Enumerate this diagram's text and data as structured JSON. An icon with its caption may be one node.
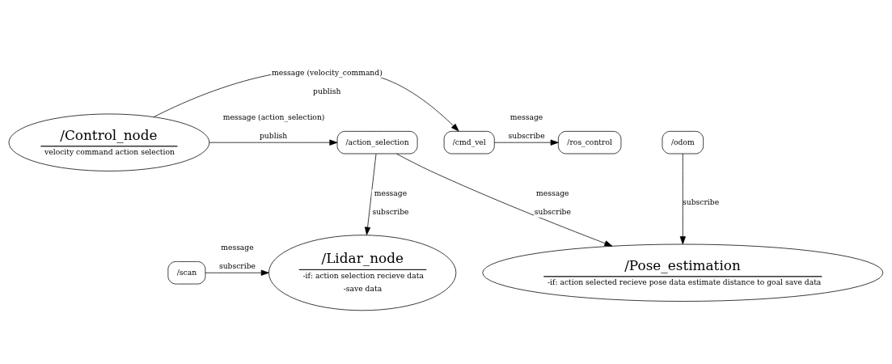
{
  "diagram": {
    "nodes": [
      {
        "text": [
          "/Control_node",
          "velocity command action selection"
        ]
      },
      {
        "text": [
          "/cmd_vel"
        ]
      },
      {
        "text": [
          "/ros_control"
        ]
      },
      {
        "text": [
          "/action_selection"
        ]
      },
      {
        "text": [
          "/odom"
        ]
      },
      {
        "text": [
          "/Lidar_node",
          "-if: action selection recieve data",
          "-save data"
        ]
      },
      {
        "text": [
          "/Pose_estimation",
          "-if: action selected recieve pose data estimate distance to goal save data"
        ]
      },
      {
        "text": [
          "/scan"
        ]
      }
    ],
    "edges": [
      {
        "from": 0,
        "to": 1,
        "arrow": "to",
        "label": "message (velocity_command)"
      },
      {
        "from": 1,
        "to": 2,
        "arrow": "to",
        "label": "message"
      },
      {
        "from": 0,
        "to": 3,
        "arrow": "to",
        "label": "message (action_selection)"
      },
      {
        "from": 3,
        "to": 5,
        "arrow": "to",
        "label": "message"
      },
      {
        "from": 3,
        "to": 6,
        "arrow": "to",
        "label": "message"
      },
      {
        "from": 4,
        "to": 6,
        "arrow": "to",
        "label": "subscribe"
      },
      {
        "from": 7,
        "to": 5,
        "arrow": "to",
        "label": "message"
      }
    ],
    "labels": [
      "publish",
      "subscribe",
      "publish",
      "subscribe",
      "subscribe",
      "subscribe"
    ]
  }
}
